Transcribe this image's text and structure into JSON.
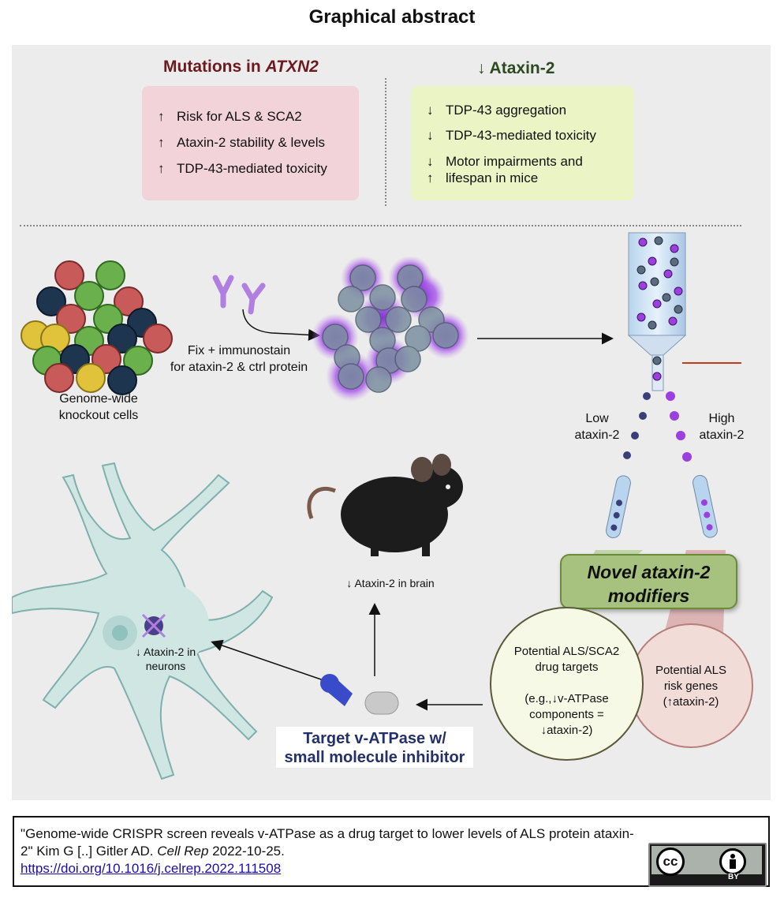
{
  "title": "Graphical abstract",
  "top_left": {
    "heading_prefix": "Mutations in ",
    "heading_gene": "ATXN2",
    "items": [
      {
        "arrow": "↑",
        "text": "Risk for ALS & SCA2"
      },
      {
        "arrow": "↑",
        "text": "Ataxin-2 stability & levels"
      },
      {
        "arrow": "↑",
        "text": "TDP-43-mediated toxicity"
      }
    ]
  },
  "top_right": {
    "heading": "↓ Ataxin-2",
    "items": [
      {
        "arrow": "↓",
        "text": "TDP-43 aggregation"
      },
      {
        "arrow": "↓",
        "text": "TDP-43-mediated toxicity"
      },
      {
        "arrow": "↓",
        "text": "Motor impairments and"
      },
      {
        "arrow": "↑",
        "text": "lifespan in mice"
      }
    ]
  },
  "screen": {
    "cells_label": [
      "Genome-wide",
      "knockout cells"
    ],
    "stain_label": [
      "Fix + immunostain",
      "for ataxin-2 & ctrl protein"
    ],
    "low_label": [
      "Low",
      "ataxin-2"
    ],
    "high_label": [
      "High",
      "ataxin-2"
    ]
  },
  "modifiers_label": [
    "Novel ataxin-2",
    "modifiers"
  ],
  "drug_targets": [
    "Potential ALS/SCA2",
    "drug targets",
    "",
    "(e.g.,↓v-ATPase",
    "components =",
    "↓ataxin-2)"
  ],
  "risk_genes": [
    "Potential ALS",
    "risk genes",
    "(↑ataxin-2)"
  ],
  "mouse_label": "↓ Ataxin-2 in brain",
  "neuron_label": [
    "↓ Ataxin-2 in",
    "neurons"
  ],
  "inhibitor_label": [
    "Target v-ATPase w/",
    "small molecule inhibitor"
  ],
  "colors": {
    "pink_box": "#f2d3d9",
    "green_box": "#eaf4c4",
    "maroon": "#6b1a1f",
    "dark_green": "#2c4a1e",
    "purple": "#8a2be2",
    "neuron": "#cfe6e3",
    "navy_text": "#24306b"
  },
  "citation": {
    "text_before": "\"Genome-wide CRISPR screen reveals v-ATPase as a drug target to lower levels of ALS protein ataxin-2\" Kim G [..] Gitler AD. ",
    "journal": "Cell Rep",
    "text_after": " 2022-10-25.",
    "doi": "https://doi.org/10.1016/j.celrep.2022.111508"
  },
  "license": {
    "cc": "cc",
    "by": "BY"
  }
}
